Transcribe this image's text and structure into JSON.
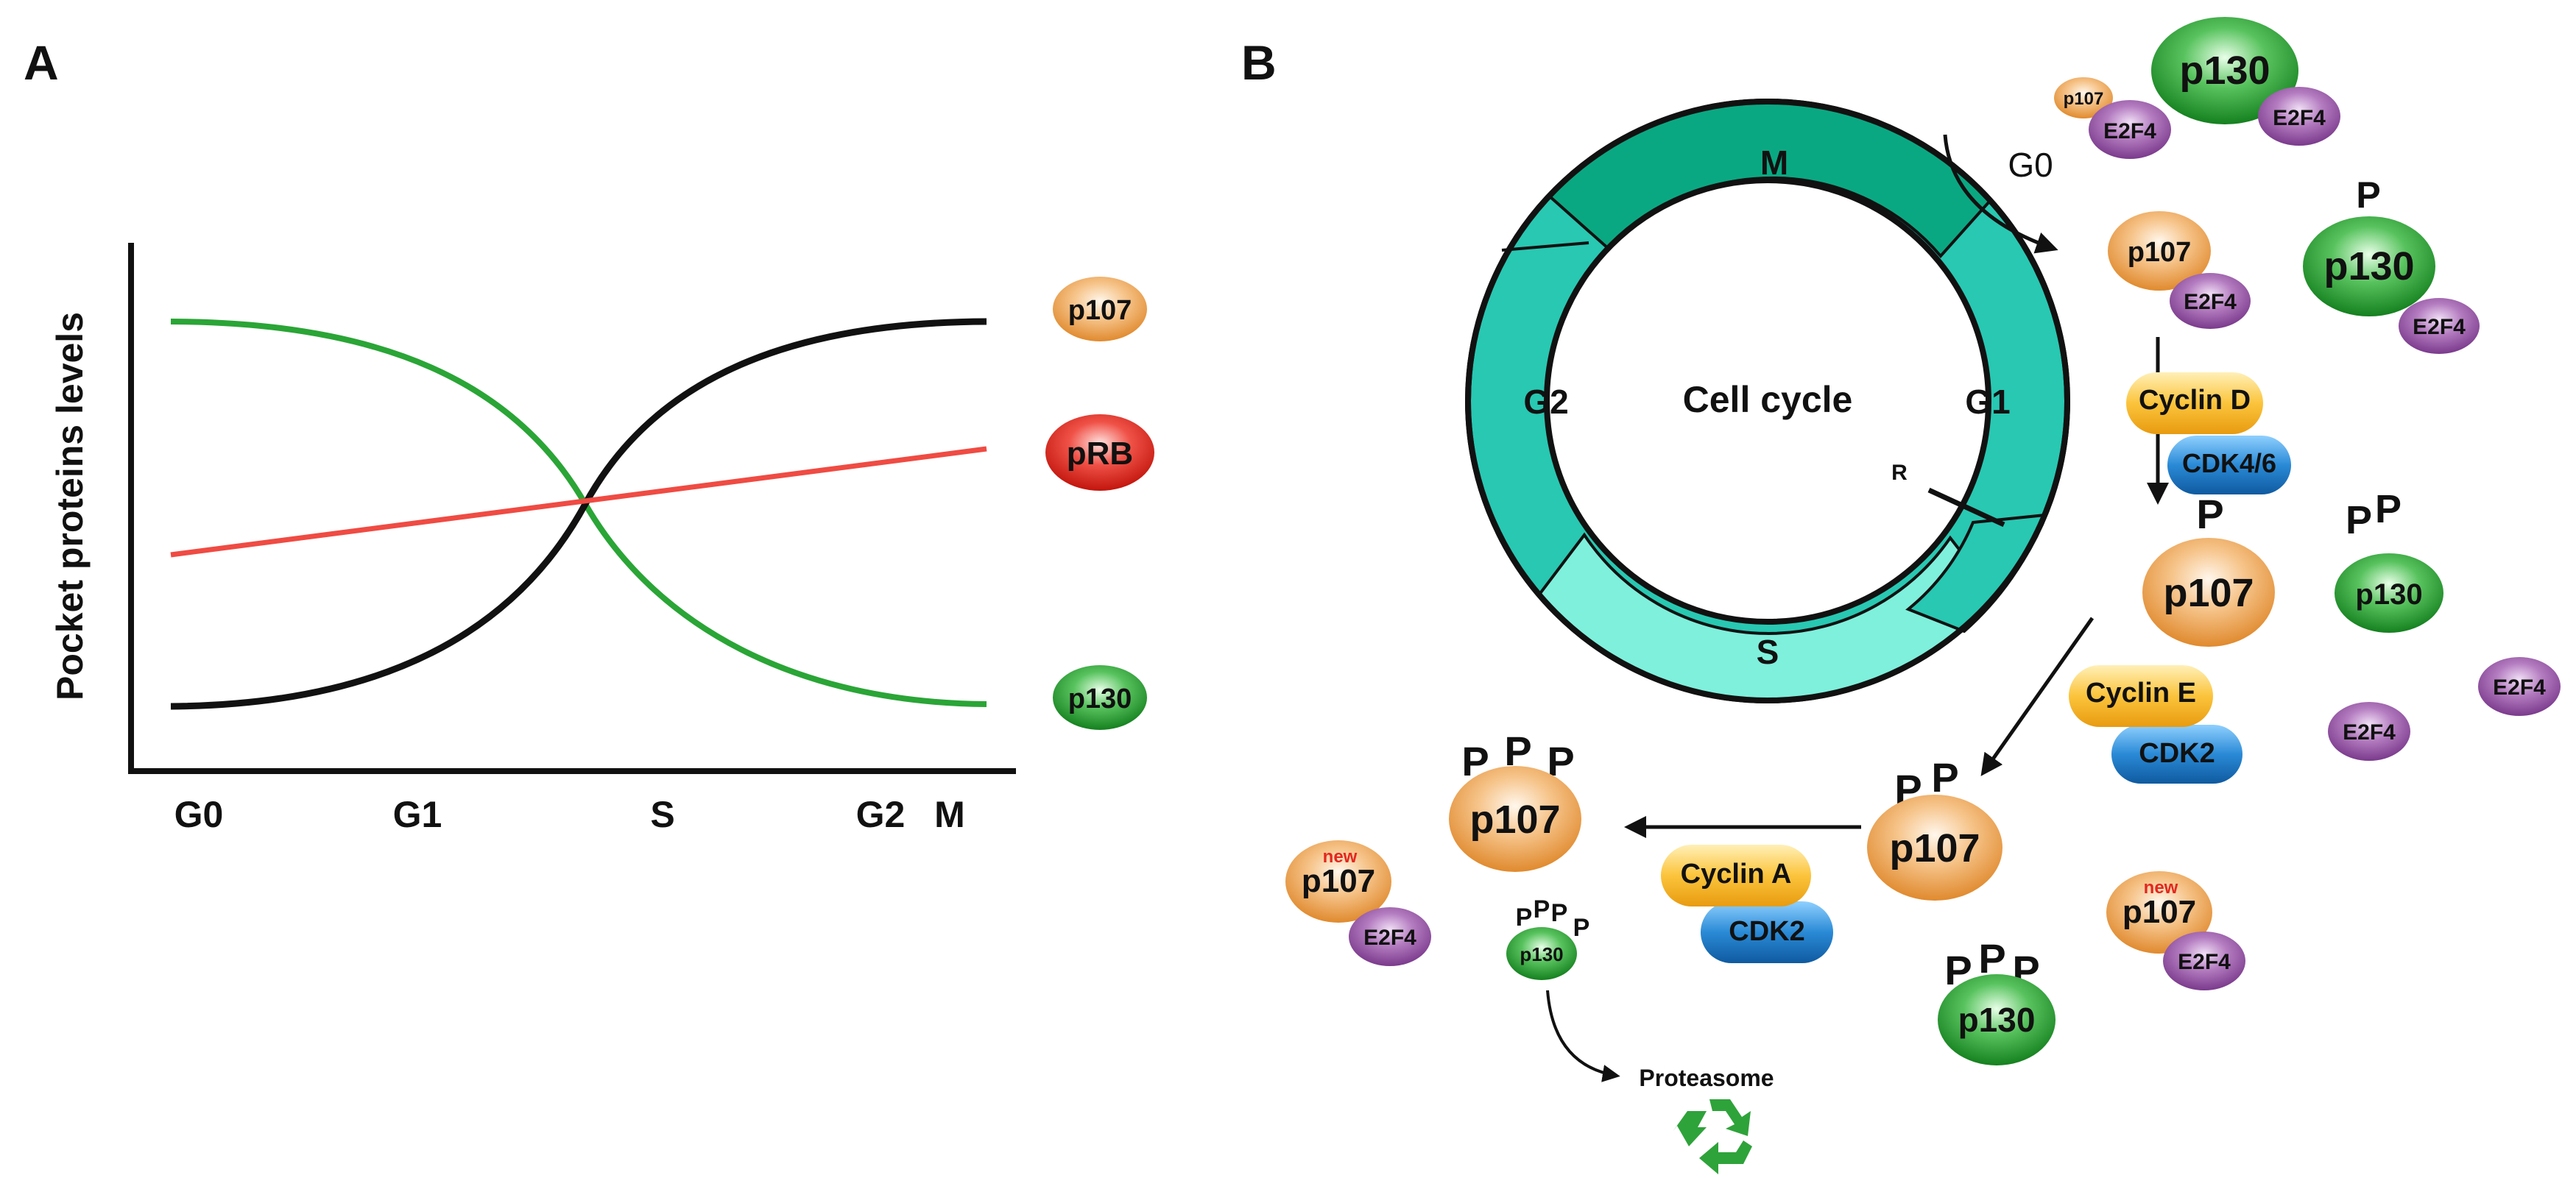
{
  "panel_a": {
    "letter": "A",
    "ylabel": "Pocket proteins levels",
    "ticks": [
      "G0",
      "G1",
      "S",
      "G2",
      "M"
    ],
    "legend": {
      "p107": "p107",
      "pRB": "pRB",
      "p130": "p130"
    }
  },
  "panel_b": {
    "letter": "B",
    "cycle": {
      "center": "Cell cycle",
      "M": "M",
      "G1": "G1",
      "G2": "G2",
      "S": "S",
      "R": "R"
    },
    "g0": "G0",
    "p": "P",
    "new": "new",
    "p107": "p107",
    "p130": "p130",
    "e2f4": "E2F4",
    "cyclin_d": "Cyclin D",
    "cdk46": "CDK4/6",
    "cyclin_e": "Cyclin E",
    "cdk2": "CDK2",
    "cyclin_a": "Cyclin A",
    "proteasome": "Proteasome"
  },
  "colors": {
    "green_line": "#2aa536",
    "red_line": "#ef4b43",
    "black_line": "#111111",
    "ring_dark": "#0aa882",
    "ring_mid": "#28c8b2",
    "ring_light": "#7ef0dc",
    "p107_orange": "#f2a75c",
    "p130_green": "#2b9c3d",
    "prb_red": "#e3271f",
    "e2f4_purple": "#9a5aa8",
    "cyclin_yellow": "#f9b92b",
    "cdk_blue": "#1776c2"
  },
  "icons": [
    "recycle-icon",
    "arrow-icon"
  ]
}
